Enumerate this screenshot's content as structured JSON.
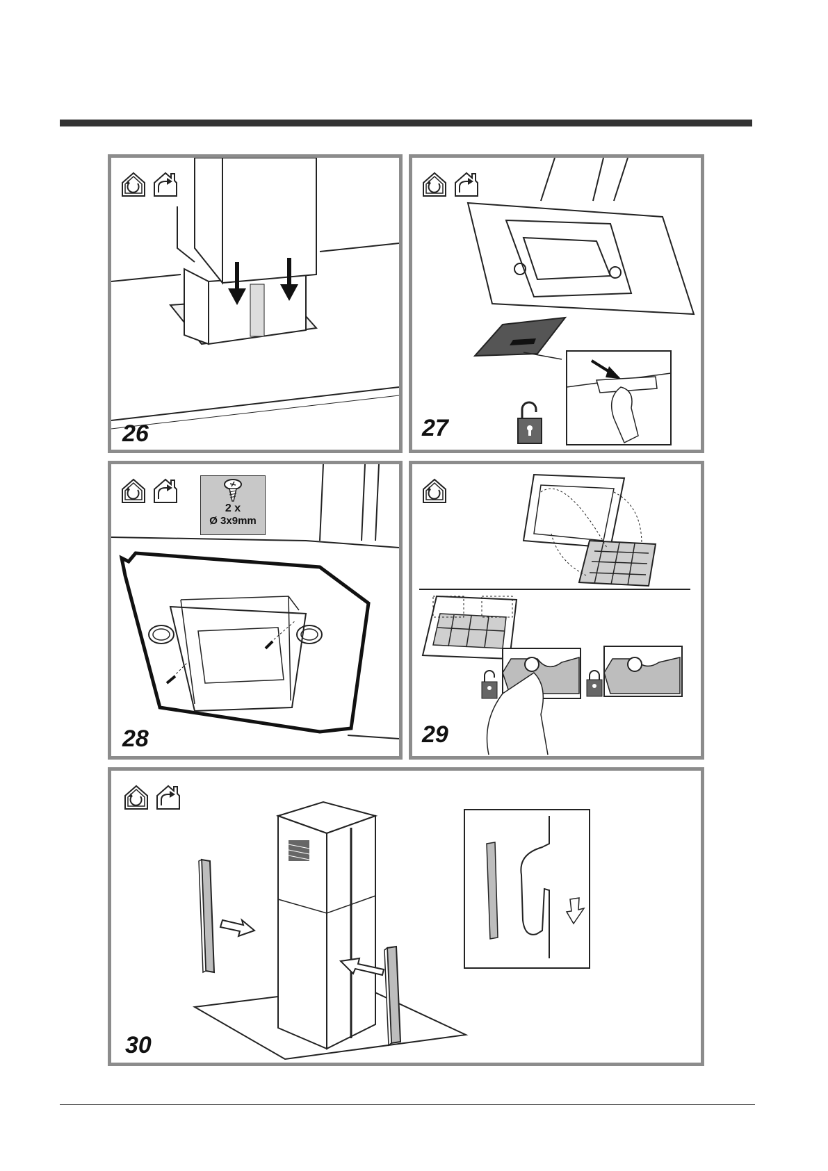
{
  "steps": [
    {
      "number": "26",
      "modes": [
        "recirculation-mode-icon",
        "extraction-mode-icon"
      ]
    },
    {
      "number": "27",
      "modes": [
        "recirculation-mode-icon",
        "extraction-mode-icon"
      ]
    },
    {
      "number": "28",
      "modes": [
        "recirculation-mode-icon",
        "extraction-mode-icon"
      ],
      "screw_qty": "2 x",
      "screw_size": "Ø 3x9mm"
    },
    {
      "number": "29",
      "modes": [
        "recirculation-mode-icon"
      ]
    },
    {
      "number": "30",
      "modes": [
        "recirculation-mode-icon",
        "extraction-mode-icon"
      ]
    }
  ],
  "colors": {
    "panel_border": "#8c8c8c",
    "header_bar": "#333333",
    "shade": "#c8c8c8"
  }
}
